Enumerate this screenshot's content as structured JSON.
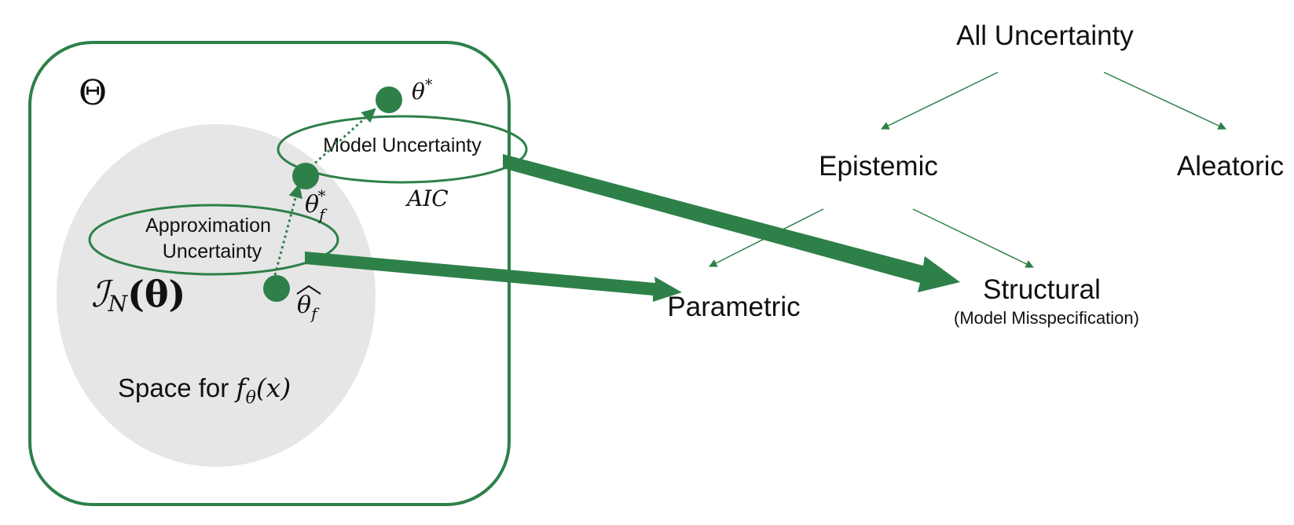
{
  "colors": {
    "green": "#2e8049",
    "space_fill": "#e6e6e6",
    "text": "#111111"
  },
  "parameter_box": {
    "symbol": "Θ",
    "space_label_prefix": "Space for ",
    "space_label_math": "f",
    "space_label_sub": "θ",
    "space_label_tail": "(x)",
    "model_uncertainty": "Model Uncertainty",
    "approx_uncertainty_line1": "Approximation",
    "approx_uncertainty_line2": "Uncertainty",
    "theta_star": "θ",
    "theta_star_sup": "*",
    "theta_f_star": "θ",
    "theta_f_star_sub": "f",
    "theta_f_star_sup": "*",
    "theta_f_hat": "θ",
    "theta_f_hat_sub": "f",
    "aic": "AIC",
    "fisher_script": "ℐ",
    "fisher_sub": "N",
    "fisher_arg": "(θ)"
  },
  "taxonomy": {
    "root": "All Uncertainty",
    "epistemic": "Epistemic",
    "aleatoric": "Aleatoric",
    "parametric": "Parametric",
    "structural": "Structural",
    "structural_note": "(Model Misspecification)"
  }
}
